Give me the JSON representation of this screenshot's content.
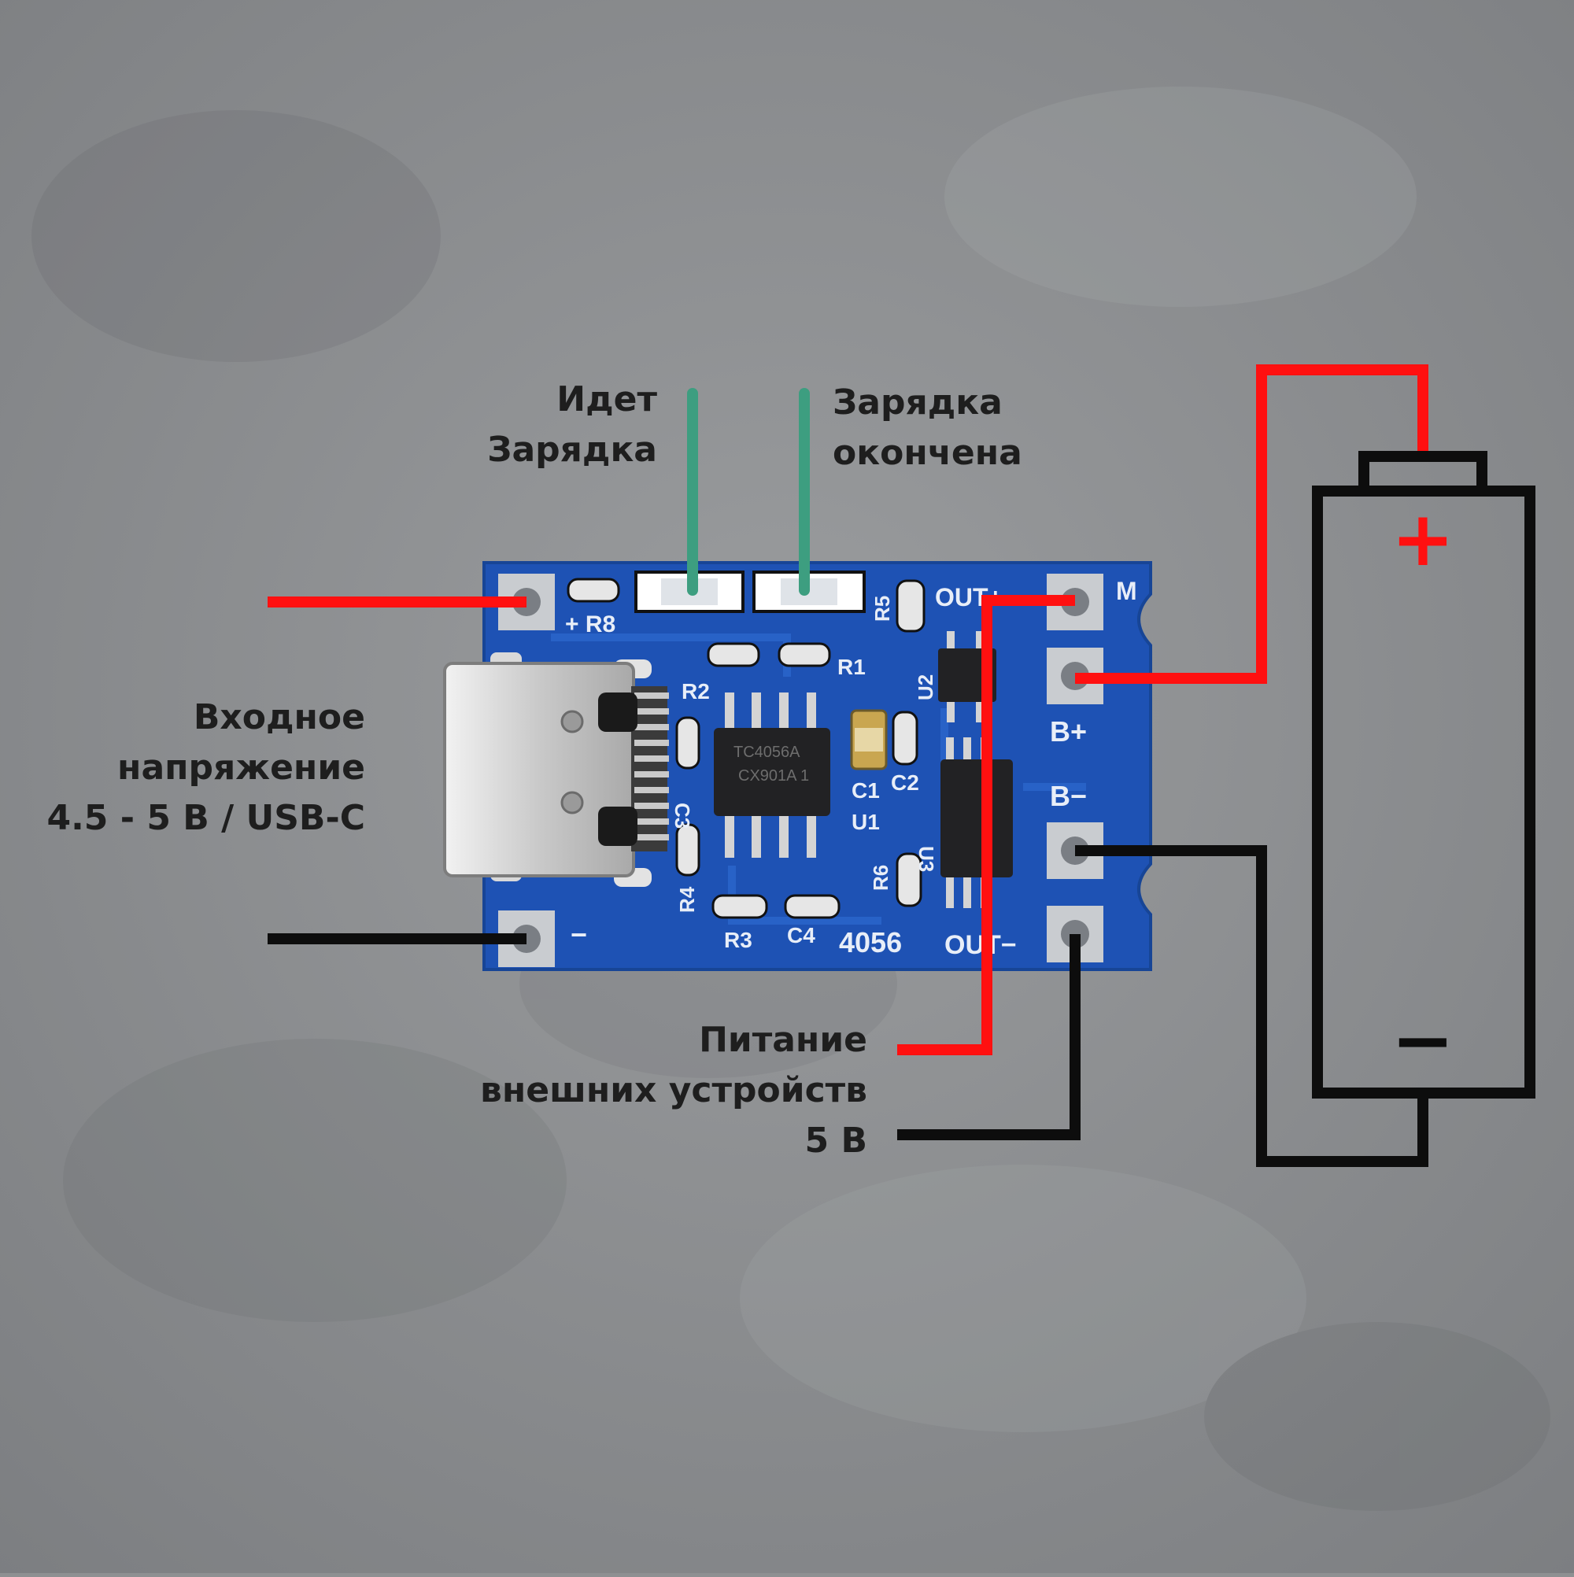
{
  "labels": {
    "charging": [
      "Идет",
      "Зарядка"
    ],
    "charge_done": [
      "Зарядка",
      "окончена"
    ],
    "input": [
      "Входное",
      "напряжение",
      "4.5 - 5 В / USB-C"
    ],
    "output": [
      "Питание",
      "внешних устройств",
      "5 В"
    ]
  },
  "board": {
    "model": "4056",
    "chip_marking": [
      "TC4056A",
      "CX901A 1"
    ],
    "silk": {
      "r8": "+ R8",
      "r5": "R5",
      "r1": "R1",
      "r2": "R2",
      "r3": "R3",
      "r4": "R4",
      "r6": "R6",
      "c1": "C1",
      "c2": "C2",
      "c3": "C3",
      "c4": "C4",
      "u1": "U1",
      "u2": "U2",
      "u3": "U3",
      "out_plus": "OUT+",
      "out_minus": "OUT−",
      "b_plus": "B+",
      "b_minus": "B−",
      "minus": "−",
      "m": "M"
    }
  },
  "battery": {
    "plus": "+",
    "minus": "−"
  },
  "colors": {
    "background": "#8e9092",
    "pcb": "#1e52b4",
    "pad": "#c9ccd0",
    "wire_positive": "#ff1010",
    "wire_negative": "#0d0d0d",
    "led_lead": "#3d9e80",
    "text": "#1e1e1e"
  }
}
